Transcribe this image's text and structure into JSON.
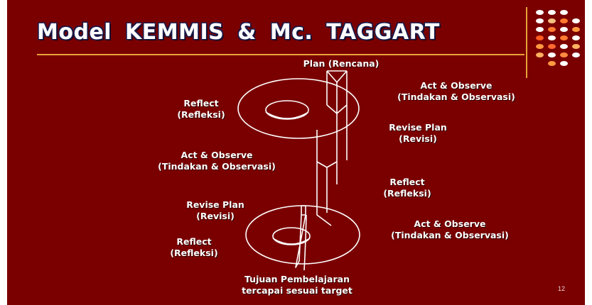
{
  "slide": {
    "title": "Model  KEMMIS  &  Mc. TAGGART",
    "page_number": "12",
    "colors": {
      "background": "#7a0000",
      "accent": "#e8a23a",
      "title_text": "#ffffff",
      "diagram_lines": "#ffffff"
    },
    "decor_icon": "dot-grid-icon"
  },
  "diagram": {
    "labels": {
      "plan": "Plan (Rencana)",
      "act_observe_1": {
        "line1": "Act & Observe",
        "line2": "(Tindakan & Observasi)"
      },
      "reflect_1": {
        "line1": "Reflect",
        "line2": "(Refleksi)"
      },
      "revise_plan_1": {
        "line1": "Revise Plan",
        "line2": "(Revisi)"
      },
      "act_observe_2": {
        "line1": "Act & Observe",
        "line2": "(Tindakan & Observasi)"
      },
      "reflect_2": {
        "line1": "Reflect",
        "line2": "(Refleksi)"
      },
      "revise_plan_2": {
        "line1": "Revise Plan",
        "line2": "(Revisi)"
      },
      "act_observe_3": {
        "line1": "Act & Observe",
        "line2": "(Tindakan & Observasi)"
      },
      "reflect_3": {
        "line1": "Reflect",
        "line2": "(Refleksi)"
      },
      "goal": {
        "line1": "Tujuan Pembelajaran",
        "line2": "tercapai sesuai target"
      }
    }
  }
}
